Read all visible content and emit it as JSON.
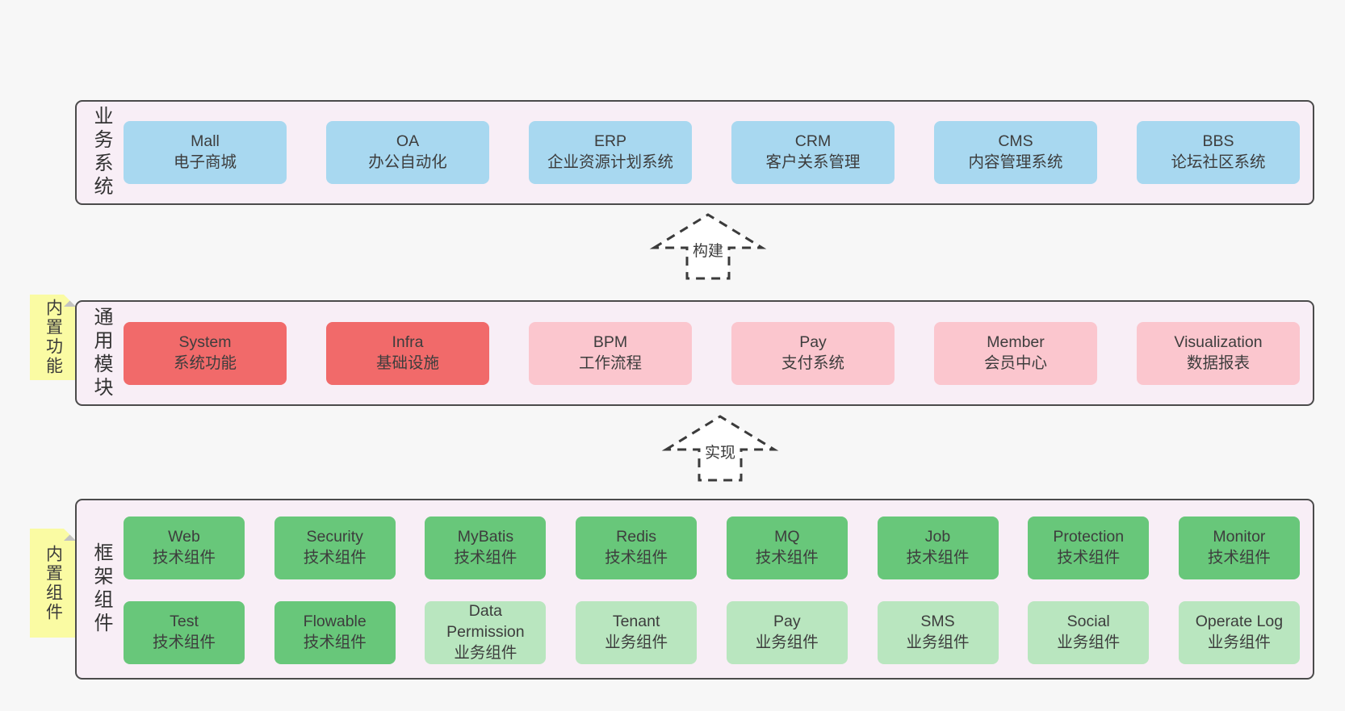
{
  "colors": {
    "background": "#f7f7f7",
    "panel_bg": "#f8eef6",
    "panel_border": "#4b4b4b",
    "note_bg": "#fafba3",
    "text": "#3d3d3d",
    "box": {
      "blue": "#a8d8f0",
      "red": "#f16a6a",
      "pink": "#fbc6ce",
      "green_dark": "#68c77a",
      "green_light": "#b9e6bf"
    }
  },
  "arrows": [
    {
      "label": "构建"
    },
    {
      "label": "实现"
    }
  ],
  "layers": [
    {
      "label": "业务系统",
      "boxes": [
        {
          "name": "Mall",
          "desc": "电子商城",
          "type": "blue"
        },
        {
          "name": "OA",
          "desc": "办公自动化",
          "type": "blue"
        },
        {
          "name": "ERP",
          "desc": "企业资源计划系统",
          "type": "blue"
        },
        {
          "name": "CRM",
          "desc": "客户关系管理",
          "type": "blue"
        },
        {
          "name": "CMS",
          "desc": "内容管理系统",
          "type": "blue"
        },
        {
          "name": "BBS",
          "desc": "论坛社区系统",
          "type": "blue"
        }
      ]
    },
    {
      "label": "通用模块",
      "note": "内置功能",
      "boxes": [
        {
          "name": "System",
          "desc": "系统功能",
          "type": "red"
        },
        {
          "name": "Infra",
          "desc": "基础设施",
          "type": "red"
        },
        {
          "name": "BPM",
          "desc": "工作流程",
          "type": "pink"
        },
        {
          "name": "Pay",
          "desc": "支付系统",
          "type": "pink"
        },
        {
          "name": "Member",
          "desc": "会员中心",
          "type": "pink"
        },
        {
          "name": "Visualization",
          "desc": "数据报表",
          "type": "pink"
        }
      ]
    },
    {
      "label": "框架组件",
      "note": "内置组件",
      "rows": [
        [
          {
            "name": "Web",
            "desc": "技术组件",
            "type": "green_dark"
          },
          {
            "name": "Security",
            "desc": "技术组件",
            "type": "green_dark"
          },
          {
            "name": "MyBatis",
            "desc": "技术组件",
            "type": "green_dark"
          },
          {
            "name": "Redis",
            "desc": "技术组件",
            "type": "green_dark"
          },
          {
            "name": "MQ",
            "desc": "技术组件",
            "type": "green_dark"
          },
          {
            "name": "Job",
            "desc": "技术组件",
            "type": "green_dark"
          },
          {
            "name": "Protection",
            "desc": "技术组件",
            "type": "green_dark"
          },
          {
            "name": "Monitor",
            "desc": "技术组件",
            "type": "green_dark"
          }
        ],
        [
          {
            "name": "Test",
            "desc": "技术组件",
            "type": "green_dark"
          },
          {
            "name": "Flowable",
            "desc": "技术组件",
            "type": "green_dark"
          },
          {
            "name": "Data Permission",
            "desc": "业务组件",
            "type": "green_light"
          },
          {
            "name": "Tenant",
            "desc": "业务组件",
            "type": "green_light"
          },
          {
            "name": "Pay",
            "desc": "业务组件",
            "type": "green_light"
          },
          {
            "name": "SMS",
            "desc": "业务组件",
            "type": "green_light"
          },
          {
            "name": "Social",
            "desc": "业务组件",
            "type": "green_light"
          },
          {
            "name": "Operate Log",
            "desc": "业务组件",
            "type": "green_light"
          }
        ]
      ]
    }
  ]
}
